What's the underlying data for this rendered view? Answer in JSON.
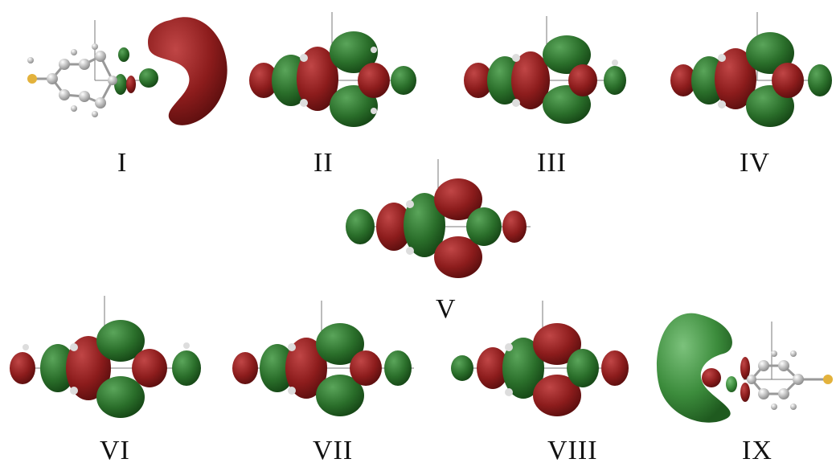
{
  "labels": {
    "p1": "I",
    "p2": "II",
    "p3": "III",
    "p4": "IV",
    "p5": "V",
    "p6": "VI",
    "p7": "VII",
    "p8": "VIII",
    "p9": "IX"
  },
  "colors": {
    "positive_lobe": "#8c1c1c",
    "negative_lobe": "#2a6e2a",
    "atom_carbon": "#b8b8b8",
    "atom_hydrogen": "#eeeeee",
    "atom_sulfur": "#e3b23c",
    "axis": "#7a7a7a"
  }
}
